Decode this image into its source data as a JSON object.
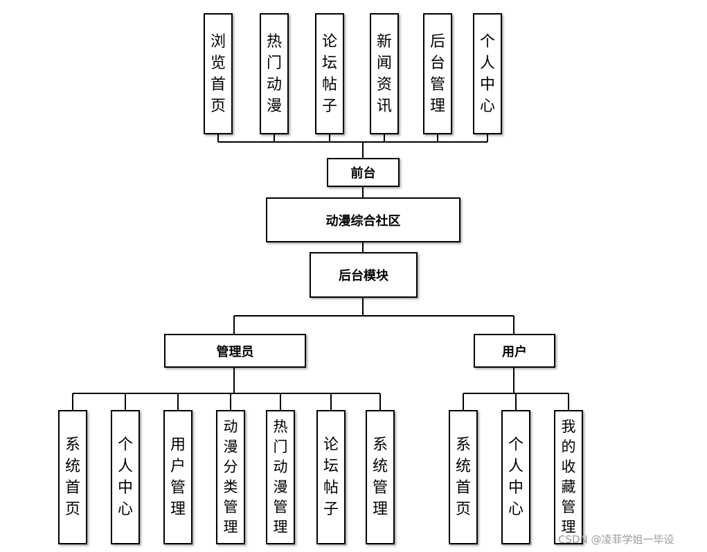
{
  "frontend": {
    "items": [
      "浏览首页",
      "热门动漫",
      "论坛帖子",
      "新闻资讯",
      "后台管理",
      "个人中心"
    ],
    "label": "前台"
  },
  "system": {
    "label": "动漫综合社区"
  },
  "backend": {
    "label": "后台模块"
  },
  "admin": {
    "label": "管理员",
    "items": [
      "系统首页",
      "个人中心",
      "用户管理",
      "动漫分类管理",
      "热门动漫管理",
      "论坛帖子",
      "系统管理"
    ]
  },
  "user": {
    "label": "用户",
    "items": [
      "系统首页",
      "个人中心",
      "我的收藏管理"
    ]
  },
  "watermark": "CSDN @凌菲学姐一毕设"
}
